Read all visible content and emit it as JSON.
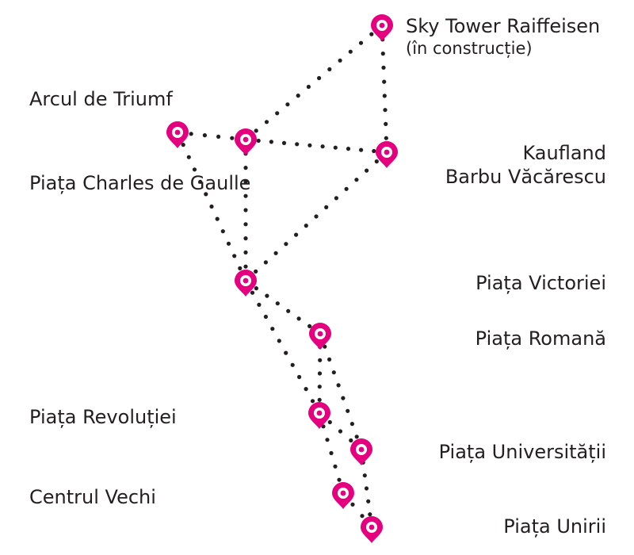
{
  "theme": {
    "pin_color": "#e5007e",
    "route_color": "#231f20",
    "background": "#ffffff"
  },
  "locations": {
    "sky_tower": {
      "name": "Sky Tower Raiffeisen",
      "note": "(în construcție)"
    },
    "arcul_de_triumf": {
      "name": "Arcul de Triumf"
    },
    "piata_charles_de_gaulle": {
      "name": "Piața Charles de Gaulle"
    },
    "kaufland": {
      "line1": "Kaufland",
      "line2": "Barbu Văcărescu"
    },
    "piata_victoriei": {
      "name": "Piața Victoriei"
    },
    "piata_romana": {
      "name": "Piața Romană"
    },
    "piata_revolutiei": {
      "name": "Piața Revoluției"
    },
    "piata_universitatii": {
      "name": "Piața Universității"
    },
    "centrul_vechi": {
      "name": "Centrul Vechi"
    },
    "piata_unirii": {
      "name": "Piața Unirii"
    }
  },
  "routes": [
    [
      "arcul_de_triumf",
      "piata_charles_de_gaulle"
    ],
    [
      "piata_charles_de_gaulle",
      "sky_tower"
    ],
    [
      "piata_charles_de_gaulle",
      "kaufland"
    ],
    [
      "sky_tower",
      "kaufland"
    ],
    [
      "arcul_de_triumf",
      "piata_victoriei"
    ],
    [
      "piata_charles_de_gaulle",
      "piata_victoriei"
    ],
    [
      "kaufland",
      "piata_victoriei"
    ],
    [
      "piata_victoriei",
      "piata_romana"
    ],
    [
      "piata_victoriei",
      "piata_revolutiei"
    ],
    [
      "piata_romana",
      "piata_revolutiei"
    ],
    [
      "piata_romana",
      "piata_universitatii"
    ],
    [
      "piata_revolutiei",
      "piata_universitatii"
    ],
    [
      "piata_revolutiei",
      "centrul_vechi"
    ],
    [
      "piata_universitatii",
      "piata_unirii"
    ],
    [
      "centrul_vechi",
      "piata_unirii"
    ]
  ]
}
